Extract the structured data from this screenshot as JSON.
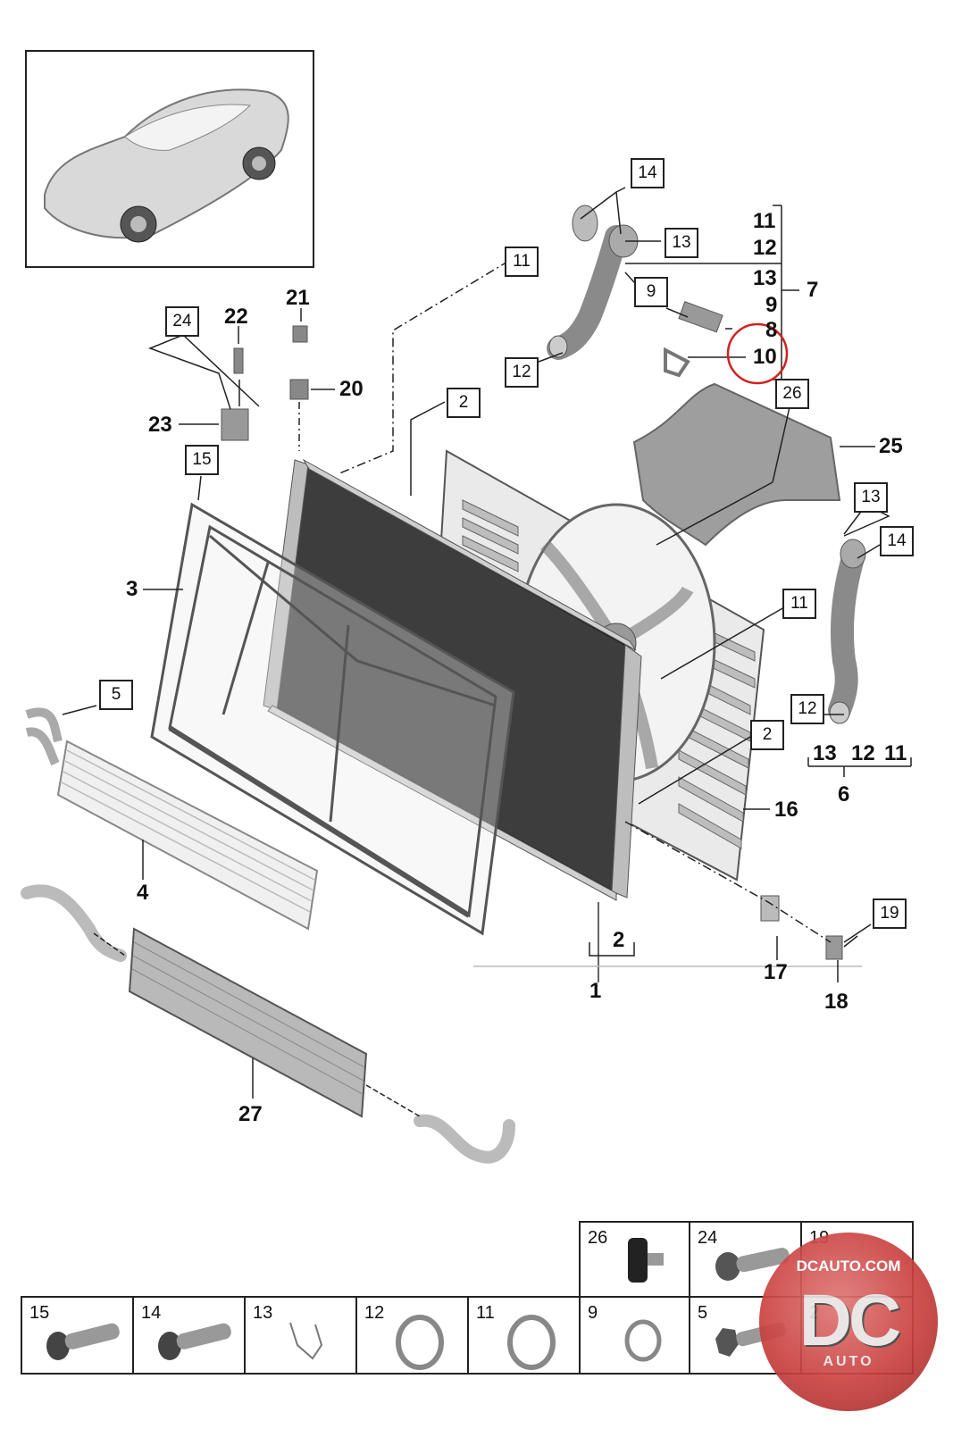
{
  "callouts_plain": [
    {
      "key": "c11t",
      "text": "11"
    },
    {
      "key": "c12t",
      "text": "12"
    },
    {
      "key": "c13t",
      "text": "13"
    },
    {
      "key": "c9t",
      "text": "9"
    },
    {
      "key": "c8t",
      "text": "8"
    },
    {
      "key": "c10t",
      "text": "10"
    },
    {
      "key": "c7",
      "text": "7"
    },
    {
      "key": "c21",
      "text": "21"
    },
    {
      "key": "c22",
      "text": "22"
    },
    {
      "key": "c20",
      "text": "20"
    },
    {
      "key": "c23",
      "text": "23"
    },
    {
      "key": "c25",
      "text": "25"
    },
    {
      "key": "c3",
      "text": "3"
    },
    {
      "key": "c4",
      "text": "4"
    },
    {
      "key": "c16",
      "text": "16"
    },
    {
      "key": "c6b13",
      "text": "13"
    },
    {
      "key": "c6b12",
      "text": "12"
    },
    {
      "key": "c6b11",
      "text": "11"
    },
    {
      "key": "c6",
      "text": "6"
    },
    {
      "key": "c2b",
      "text": "2"
    },
    {
      "key": "c1",
      "text": "1"
    },
    {
      "key": "c17",
      "text": "17"
    },
    {
      "key": "c18",
      "text": "18"
    },
    {
      "key": "c27",
      "text": "27"
    }
  ],
  "callouts_boxed": [
    {
      "key": "b14a",
      "text": "14"
    },
    {
      "key": "b13a",
      "text": "13"
    },
    {
      "key": "b11a",
      "text": "11"
    },
    {
      "key": "b9",
      "text": "9"
    },
    {
      "key": "b12a",
      "text": "12"
    },
    {
      "key": "b2a",
      "text": "2"
    },
    {
      "key": "b24",
      "text": "24"
    },
    {
      "key": "b15",
      "text": "15"
    },
    {
      "key": "b26",
      "text": "26"
    },
    {
      "key": "b13b",
      "text": "13"
    },
    {
      "key": "b14b",
      "text": "14"
    },
    {
      "key": "b11b",
      "text": "11"
    },
    {
      "key": "b12b",
      "text": "12"
    },
    {
      "key": "b2c",
      "text": "2"
    },
    {
      "key": "b5",
      "text": "5"
    },
    {
      "key": "b19",
      "text": "19"
    }
  ],
  "hardware_table": {
    "top_row": [
      "26",
      "24",
      "19"
    ],
    "bottom_row": [
      "15",
      "14",
      "13",
      "12",
      "11",
      "9",
      "5",
      "2"
    ]
  },
  "watermark": {
    "top": "DCAUTO.COM",
    "logo": "DC",
    "bottom": "AUTO"
  },
  "colors": {
    "highlight_circle": "#d32020",
    "part_dark": "#3d3d3d",
    "part_mid": "#8c8c8c",
    "part_light": "#d8d8d8",
    "watermark_red": "#c9413f"
  }
}
